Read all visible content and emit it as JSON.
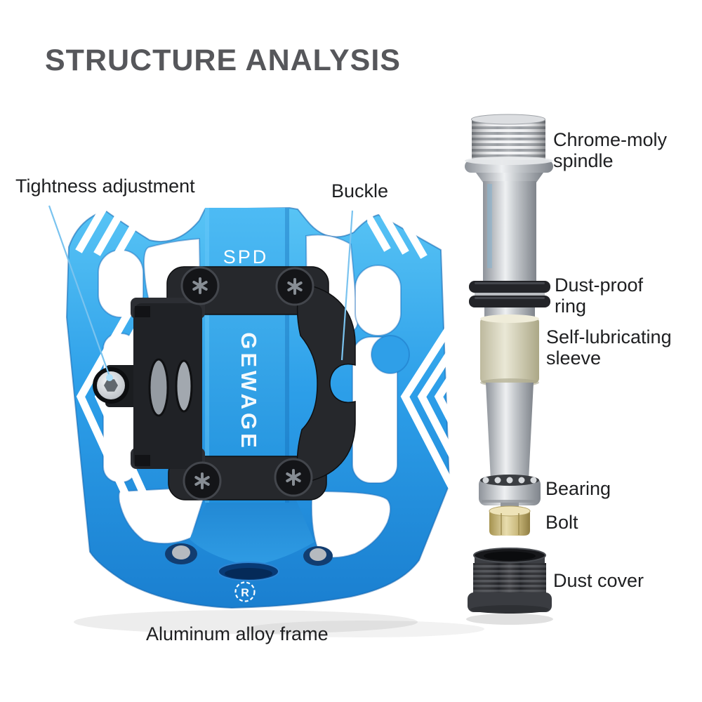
{
  "title": "STRUCTURE ANALYSIS",
  "pedal": {
    "model_text": "SPD",
    "brand": "GEWAGE",
    "reg_mark": "R"
  },
  "callouts": {
    "tightness": "Tightness adjustment",
    "buckle": "Buckle",
    "spindle": "Chrome-moly\nspindle",
    "dust_ring": "Dust-proof\nring",
    "sleeve": "Self-lubricating\nsleeve",
    "bearing": "Bearing",
    "bolt": "Bolt",
    "dust_cover": "Dust cover",
    "frame": "Aluminum alloy frame"
  },
  "colors": {
    "background": "#ffffff",
    "title_gray": "#56575b",
    "label_black": "#1e1f21",
    "pedal_blue": "#2a9de8",
    "pedal_blue_light": "#58c4f5",
    "pedal_blue_dark": "#1a7fd0",
    "mechanism_black": "#26282c",
    "spindle_silver": "#c7cacd",
    "sleeve_beige": "#d9d6bf",
    "bolt_brass": "#cbb877",
    "dust_cover_black": "#3a3c41",
    "leader_line_blue": "#7ac3ef"
  }
}
